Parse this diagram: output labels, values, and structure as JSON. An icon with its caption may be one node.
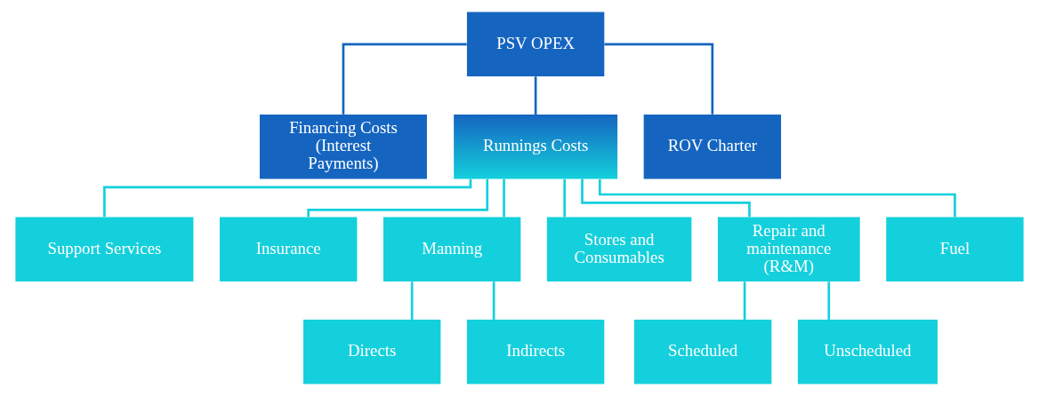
{
  "diagram": {
    "nodes": [
      {
        "text": [
          "PSV OPEX"
        ]
      },
      {
        "text": [
          "Financing Costs (Interest Payments)"
        ]
      },
      {
        "text": [
          "Runnings Costs"
        ]
      },
      {
        "text": [
          "ROV Charter"
        ]
      },
      {
        "text": [
          "Support Services"
        ]
      },
      {
        "text": [
          "Insurance"
        ]
      },
      {
        "text": [
          "Manning"
        ]
      },
      {
        "text": [
          "Stores and Consumables"
        ]
      },
      {
        "text": [
          "Repair and maintenance (R&M)"
        ]
      },
      {
        "text": [
          "Fuel"
        ]
      },
      {
        "text": [
          "Directs"
        ]
      },
      {
        "text": [
          "Indirects"
        ]
      },
      {
        "text": [
          "Scheduled"
        ]
      },
      {
        "text": [
          "Unscheduled"
        ]
      }
    ],
    "edges": [
      {
        "from": 0,
        "to": 1,
        "arrow": "none",
        "color": "#1565c0"
      },
      {
        "from": 0,
        "to": 2,
        "arrow": "none",
        "color": "#1565c0"
      },
      {
        "from": 0,
        "to": 3,
        "arrow": "none",
        "color": "#1565c0"
      },
      {
        "from": 2,
        "to": 4,
        "arrow": "none"
      },
      {
        "from": 2,
        "to": 5,
        "arrow": "none"
      },
      {
        "from": 2,
        "to": 6,
        "arrow": "none"
      },
      {
        "from": 2,
        "to": 7,
        "arrow": "none"
      },
      {
        "from": 2,
        "to": 8,
        "arrow": "none"
      },
      {
        "from": 2,
        "to": 9,
        "arrow": "none"
      },
      {
        "from": 6,
        "to": 10,
        "arrow": "none"
      },
      {
        "from": 6,
        "to": 11,
        "arrow": "none"
      },
      {
        "from": 8,
        "to": 12,
        "arrow": "none"
      },
      {
        "from": 8,
        "to": 13,
        "arrow": "none"
      }
    ]
  }
}
